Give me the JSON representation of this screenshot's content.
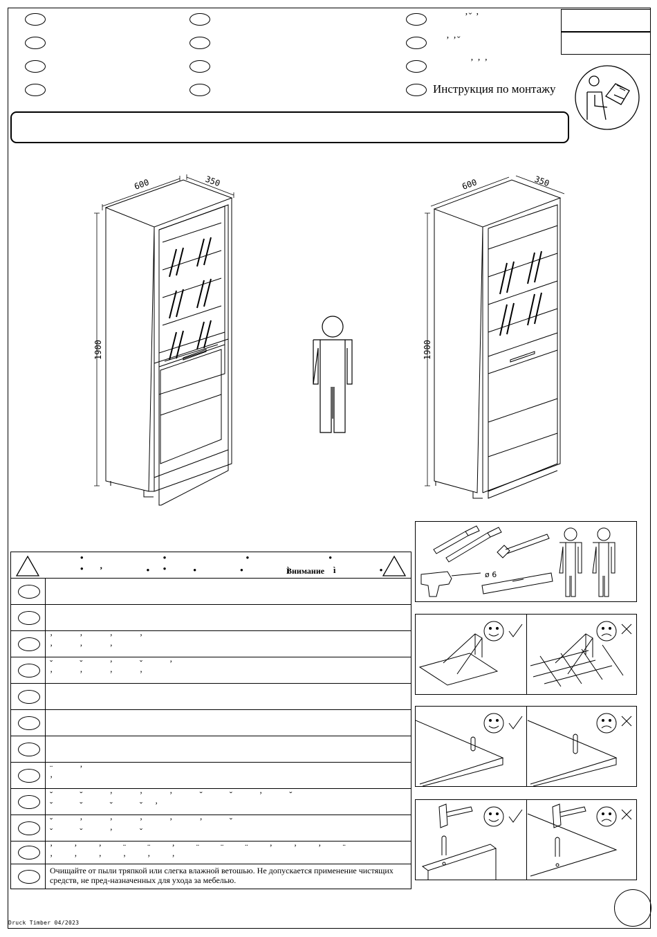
{
  "header": {
    "instruction_title": "Инструкция по монтажу",
    "accent_marks": [
      "ʼˇ ʼ",
      "ʼ ʼˇ",
      "ʼ ʼ ʼ"
    ]
  },
  "dimensions": {
    "width": "600",
    "depth": "350",
    "height": "1900"
  },
  "warnings": {
    "heading_marks": "• • • • • •",
    "heading_marks_2": "ʼ • • • ì ì •",
    "heading": "Внимание",
    "rows": [
      {
        "text": ""
      },
      {
        "text": ""
      },
      {
        "text": "ʼ ʼ ʼ ʼ\nʼ ʼ ʼ"
      },
      {
        "text": "ˇ ˇ ʼ ˇ ʼ\nʼ ʼ ʼ ʼ"
      },
      {
        "text": ""
      },
      {
        "text": ""
      },
      {
        "text": ""
      },
      {
        "text": "¨ ʼ\nʼ"
      },
      {
        "text": "ˇ ˇ ʼ ʼ ʼ ˇ ˇ ʼ ˇ\nˇ ˇ ˇ ˇʼ"
      },
      {
        "text": "ˇ ʼ ʼ ʼ ʼ ʼ ˇ\nˇ ˇ ʼ ˇ"
      },
      {
        "text": "ʼ ʼ ʼ ¨ ¨ ʼ ¨ ¨ ¨ ʼ ʼ ʼ ¨\nʼ ʼ ʼ ʼ ʼ ʼ"
      },
      {
        "text": "Очищайте от пыли тряпкой или слегка влажной ветошью. Не допускается применение чистящих средств, не пред-назначенных для ухода за мебелью."
      }
    ]
  },
  "tools": {
    "drill_size": "ø 6"
  },
  "footer": {
    "print_info": "Druck Timber 04/2023"
  }
}
